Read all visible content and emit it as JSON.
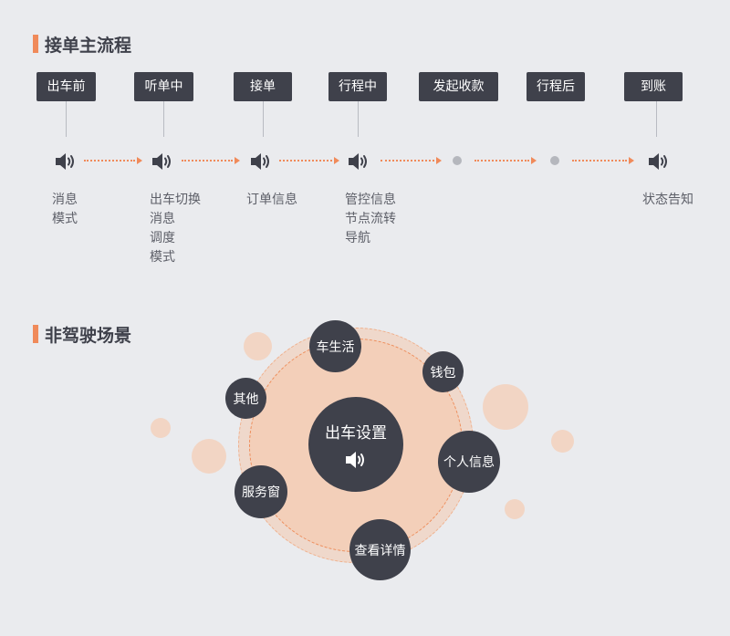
{
  "section1": {
    "title": "接单主流程"
  },
  "stages": [
    {
      "label": "出车前",
      "notes": [
        "消息",
        "模式"
      ]
    },
    {
      "label": "听单中",
      "notes": [
        "出车切换",
        "消息",
        "调度",
        "模式"
      ]
    },
    {
      "label": "接单",
      "notes": [
        "订单信息"
      ]
    },
    {
      "label": "行程中",
      "notes": [
        "管控信息",
        "节点流转",
        "导航"
      ]
    },
    {
      "label": "发起收款",
      "notes": []
    },
    {
      "label": "行程后",
      "notes": []
    },
    {
      "label": "到账",
      "notes": [
        "状态告知"
      ]
    }
  ],
  "section2": {
    "title": "非驾驶场景"
  },
  "center": {
    "label": "出车设置",
    "icon": "speaker-icon"
  },
  "satellites": [
    {
      "label": "车生活"
    },
    {
      "label": "钱包"
    },
    {
      "label": "其他"
    },
    {
      "label": "个人信息"
    },
    {
      "label": "服务窗"
    },
    {
      "label": "查看详情"
    }
  ],
  "colors": {
    "accent": "#f08a5a",
    "node": "#3f414b",
    "background": "#eaebee"
  }
}
